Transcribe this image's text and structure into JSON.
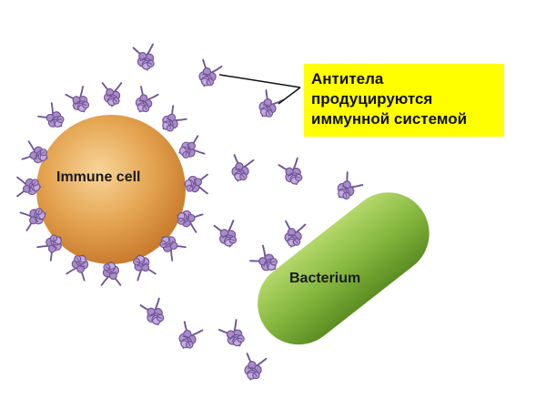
{
  "callout": {
    "lines": [
      "Антитела",
      "продуцируются",
      "иммунной системой"
    ],
    "background": "#ffff00"
  },
  "labels": {
    "immune_cell": "Immune cell",
    "bacterium": "Bacterium"
  },
  "colors": {
    "immune_cell": "#e0a04a",
    "bacterium": "#7fb43a",
    "antibody": "#a98bc9",
    "antibody_stroke": "#6f5596"
  }
}
